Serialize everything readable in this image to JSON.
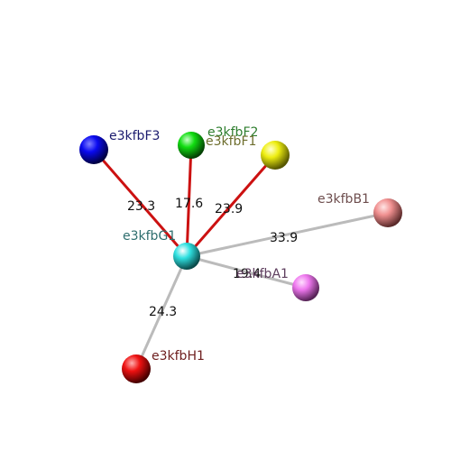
{
  "molecule": {
    "center": {
      "id": "G1",
      "label": "e3kfbG1",
      "color": "#2fe0e0",
      "label_color": "#2e6e6e"
    },
    "neighbors": [
      {
        "id": "F3",
        "label": "e3kfbF3",
        "color": "#0a0af0",
        "label_color": "#1a1a6e",
        "bond_color": "#cc1111",
        "distance": "23.3"
      },
      {
        "id": "F2",
        "label": "e3kfbF2",
        "color": "#11dd11",
        "label_color": "#2e7e2e",
        "bond_color": "#cc1111",
        "distance": "17.6"
      },
      {
        "id": "F1",
        "label": "e3kfbF1",
        "color": "#eeee11",
        "label_color": "#6e6e2e",
        "bond_color": "#cc1111",
        "distance": "23.9"
      },
      {
        "id": "B1",
        "label": "e3kfbB1",
        "color": "#f09090",
        "label_color": "#6e4e4e",
        "bond_color": "#bbbbbb",
        "distance": "33.9"
      },
      {
        "id": "A1",
        "label": "e3kfbA1",
        "color": "#ee77ee",
        "label_color": "#5e3e5e",
        "bond_color": "#bbbbbb",
        "distance": "19.4"
      },
      {
        "id": "H1",
        "label": "e3kfbH1",
        "color": "#ee1111",
        "label_color": "#6e1e1e",
        "bond_color": "#bbbbbb",
        "distance": "24.3"
      }
    ]
  }
}
